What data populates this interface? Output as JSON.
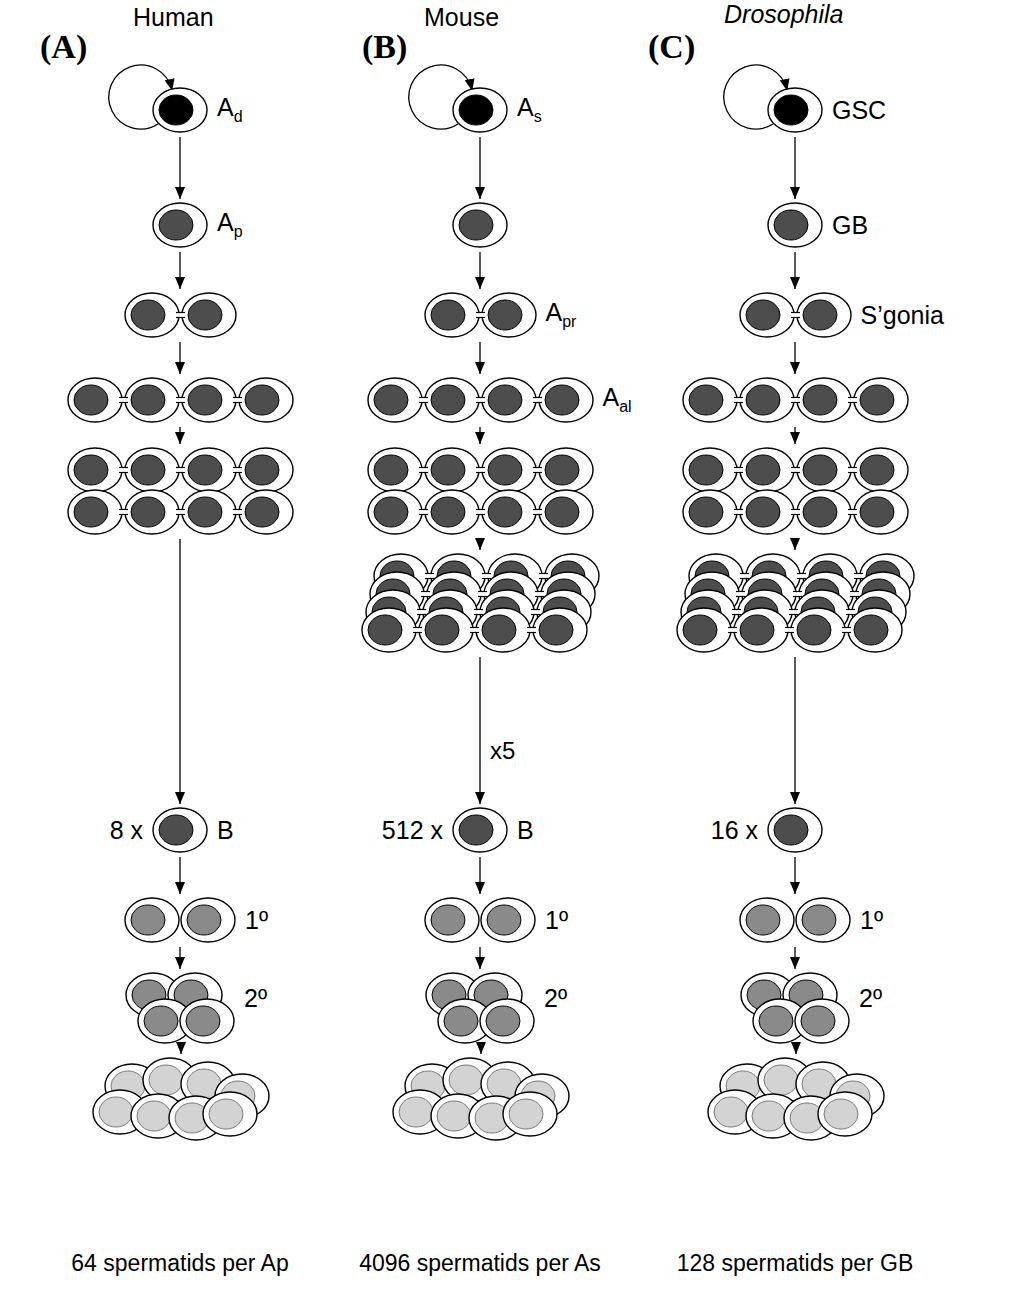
{
  "diagram": {
    "nodes": [
      {
        "text": [
          "Ad"
        ]
      },
      {
        "text": [
          "Ap"
        ]
      },
      {
        "text": []
      },
      {
        "text": []
      },
      {
        "text": []
      },
      {
        "text": [
          "8 x",
          "B"
        ]
      },
      {
        "text": [
          "1º"
        ]
      },
      {
        "text": [
          "2º"
        ]
      },
      {
        "text": []
      },
      {
        "text": [
          "As"
        ]
      },
      {
        "text": []
      },
      {
        "text": [
          "Apr"
        ]
      },
      {
        "text": [
          "Aal"
        ]
      },
      {
        "text": []
      },
      {
        "text": []
      },
      {
        "text": [
          "512 x",
          "B"
        ]
      },
      {
        "text": [
          "1º"
        ]
      },
      {
        "text": [
          "2º"
        ]
      },
      {
        "text": []
      },
      {
        "text": [
          "GSC"
        ]
      },
      {
        "text": [
          "GB"
        ]
      },
      {
        "text": [
          "S’gonia"
        ]
      },
      {
        "text": []
      },
      {
        "text": []
      },
      {
        "text": []
      },
      {
        "text": [
          "16 x"
        ]
      },
      {
        "text": [
          "1º"
        ]
      },
      {
        "text": [
          "2º"
        ]
      },
      {
        "text": []
      }
    ],
    "edges": [
      {
        "from": 0,
        "to": 1,
        "arrow": "to"
      },
      {
        "from": 1,
        "to": 2,
        "arrow": "to"
      },
      {
        "from": 2,
        "to": 3,
        "arrow": "to"
      },
      {
        "from": 3,
        "to": 4,
        "arrow": "to"
      },
      {
        "from": 4,
        "to": 5,
        "arrow": "to"
      },
      {
        "from": 5,
        "to": 6,
        "arrow": "to"
      },
      {
        "from": 6,
        "to": 7,
        "arrow": "to"
      },
      {
        "from": 7,
        "to": 8,
        "arrow": "to"
      },
      {
        "from": 9,
        "to": 10,
        "arrow": "to"
      },
      {
        "from": 10,
        "to": 11,
        "arrow": "to"
      },
      {
        "from": 11,
        "to": 12,
        "arrow": "to"
      },
      {
        "from": 12,
        "to": 13,
        "arrow": "to"
      },
      {
        "from": 13,
        "to": 14,
        "arrow": "to"
      },
      {
        "from": 14,
        "to": 15,
        "label": "x5",
        "arrow": "to"
      },
      {
        "from": 15,
        "to": 16,
        "arrow": "to"
      },
      {
        "from": 16,
        "to": 17,
        "arrow": "to"
      },
      {
        "from": 17,
        "to": 18,
        "arrow": "to"
      },
      {
        "from": 19,
        "to": 20,
        "arrow": "to"
      },
      {
        "from": 20,
        "to": 21,
        "arrow": "to"
      },
      {
        "from": 21,
        "to": 22,
        "arrow": "to"
      },
      {
        "from": 22,
        "to": 23,
        "arrow": "to"
      },
      {
        "from": 23,
        "to": 24,
        "arrow": "to"
      },
      {
        "from": 24,
        "to": 25,
        "arrow": "to"
      },
      {
        "from": 25,
        "to": 26,
        "arrow": "to"
      },
      {
        "from": 26,
        "to": 27,
        "arrow": "to"
      },
      {
        "from": 27,
        "to": 28,
        "arrow": "to"
      }
    ],
    "labels": [
      "(A)",
      "Human",
      "(B)",
      "Mouse",
      "(C)",
      "Drosophila",
      "64 spermatids per Ap",
      "4096 spermatids per As",
      "128 spermatids per GB"
    ]
  }
}
